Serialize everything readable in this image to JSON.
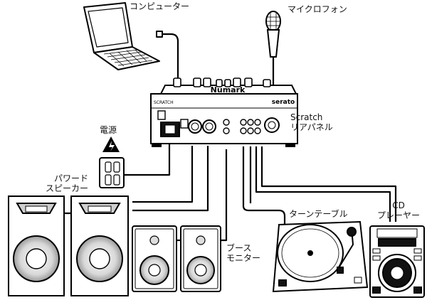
{
  "labels": {
    "computer": "コンピューター",
    "microphone": "マイクロフォン",
    "power": "電源",
    "scratch_line1": "Scratch",
    "scratch_line2": "リアパネル",
    "powered_speakers_line1": "パワード",
    "powered_speakers_line2": "スピーカー",
    "booth_monitors_line1": "ブース",
    "booth_monitors_line2": "モニター",
    "turntable": "ターンテーブル",
    "cd_player_line1": "CD",
    "cd_player_line2": "プレーヤー"
  },
  "mixer": {
    "brand": "Numark",
    "model_top": "SCRATCH",
    "logo": "serato"
  },
  "colors": {
    "stroke": "#000000",
    "fill": "#ffffff",
    "shade": "#cfcfcf"
  }
}
